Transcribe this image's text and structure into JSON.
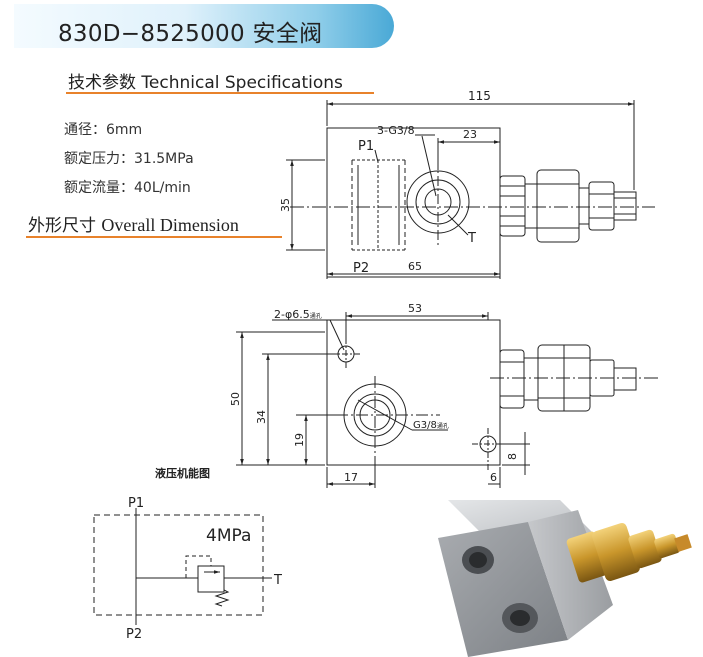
{
  "header": {
    "title": "830D−8525000  安全阀"
  },
  "specs": {
    "heading": "技术参数  Technical Specifications",
    "items": [
      {
        "label": "通径：6mm"
      },
      {
        "label": "额定压力：31.5MPa"
      },
      {
        "label": "额定流量：40L/min"
      }
    ]
  },
  "dimension": {
    "heading_cn": "外形尺寸 ",
    "heading_en": "Overall Dimension"
  },
  "drawing_top": {
    "dim_total": "115",
    "dim_port": "3-G3/8",
    "dim_23": "23",
    "dim_height": "35",
    "dim_width": "65",
    "port_p1": "P1",
    "port_p2": "P2",
    "port_t": "T"
  },
  "drawing_front": {
    "dim_hole": "2-φ6.5",
    "hole_suffix": "通孔",
    "dim_53": "53",
    "dim_50": "50",
    "dim_34": "34",
    "dim_19": "19",
    "dim_17": "17",
    "dim_6": "6",
    "dim_8": "8",
    "dim_port": "G3/8",
    "port_suffix": "通孔"
  },
  "schematic": {
    "title": "液压机能图",
    "port_p1": "P1",
    "port_p2": "P2",
    "port_t": "T",
    "pressure": "4MPa"
  },
  "colors": {
    "accent": "#e8822b",
    "title_gradient_end": "#4aa9d6",
    "line": "#222222"
  }
}
